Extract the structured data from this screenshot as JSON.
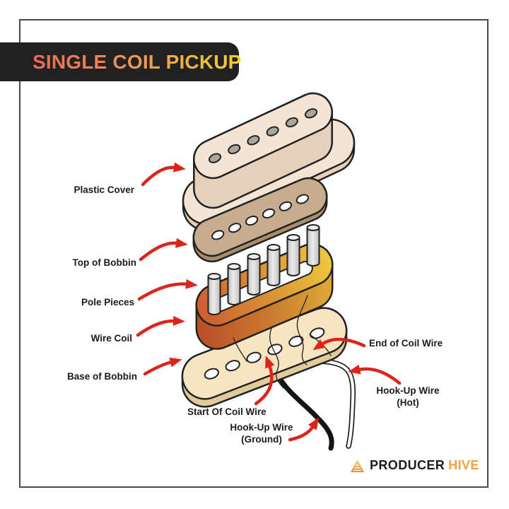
{
  "page": {
    "background": "#FFFFFF",
    "frame_color": "#4A4A4A"
  },
  "header": {
    "title": "SINGLE COIL PICKUP",
    "badge_bg": "#212121",
    "title_gradient_left": "#EC685C",
    "title_gradient_mid": "#EE9553",
    "title_gradient_right": "#F4CF30"
  },
  "labels": {
    "plastic_cover": "Plastic Cover",
    "top_of_bobbin": "Top of Bobbin",
    "pole_pieces": "Pole Pieces",
    "wire_coil": "Wire Coil",
    "base_of_bobbin": "Base of Bobbin",
    "start_of_coil_wire": "Start Of Coil Wire",
    "end_of_coil_wire": "End of Coil Wire",
    "hook_up_wire_hot_line1": "Hook-Up Wire",
    "hook_up_wire_hot_line2": "(Hot)",
    "hook_up_wire_ground_line1": "Hook-Up Wire",
    "hook_up_wire_ground_line2": "(Ground)"
  },
  "diagram": {
    "arrow_color": "#DC241B",
    "outline_color": "#222222",
    "colors": {
      "cover_top": "#F4E4D4",
      "cover_side": "#E6CFBB",
      "cover_hole": "#ADA69D",
      "bobbin_top": "#C7AC8D",
      "bobbin_top_side": "#A88D6D",
      "pole_body_light": "#ECECEC",
      "pole_body_dark": "#BFBFBF",
      "pole_top": "#EDEDED",
      "coil_orange": "#CC5C30",
      "coil_yellow": "#EFC83E",
      "coil_wall_dark": "#B94E28",
      "coil_wall_light": "#DFA936",
      "coil_slot": "#FFFFFF",
      "base_top": "#F6E5C0",
      "base_side": "#E2CB9B",
      "hole_white": "#FFFFFF",
      "ground_wire": "#141414",
      "hot_wire": "#FFFFFF"
    }
  },
  "footer_logo": {
    "producer": "PRODUCER",
    "hive": "HIVE",
    "producer_color": "#1C1C1C",
    "hive_color": "#F2A33C"
  }
}
